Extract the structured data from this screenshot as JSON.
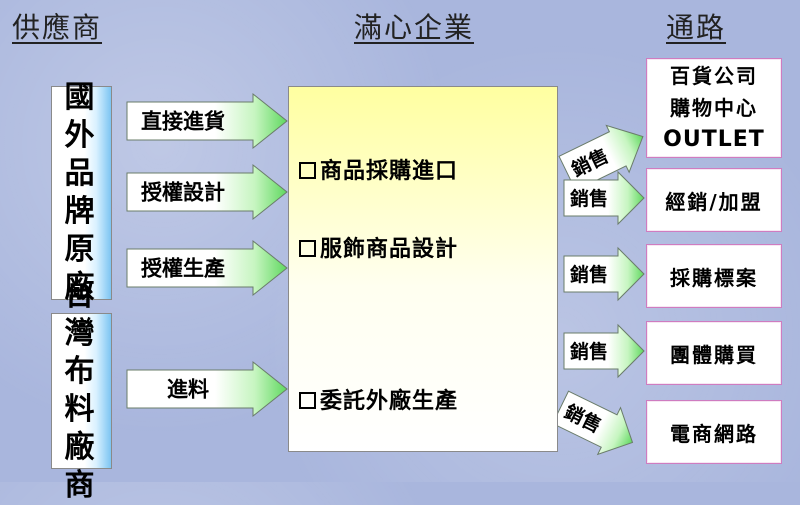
{
  "headers": {
    "left": "供應商",
    "center": "滿心企業",
    "right": "通路"
  },
  "suppliers": [
    {
      "label": "國外品牌原廠",
      "lines": [
        "國外",
        "品牌",
        "原廠"
      ]
    },
    {
      "label": "台灣布料廠商",
      "lines": [
        "台灣",
        "布料",
        "廠商"
      ]
    }
  ],
  "inputs": [
    "直接進貨",
    "授權設計",
    "授權生產",
    "進料"
  ],
  "center_items": [
    "商品採購進口",
    "服飾商品設計",
    "委託外廠生產"
  ],
  "sales_label": "銷售",
  "channels": [
    {
      "lines": [
        "百貨公司",
        "購物中心",
        "OUTLET"
      ]
    },
    {
      "lines": [
        "經銷/加盟"
      ]
    },
    {
      "lines": [
        "採購標案"
      ]
    },
    {
      "lines": [
        "團體購買"
      ]
    },
    {
      "lines": [
        "電商網路"
      ]
    }
  ],
  "colors": {
    "background": "#a9b6dd",
    "green_arrow": "#5fd85f",
    "red_arrow": "#e60000",
    "center_box_top": "#ffffa0",
    "channel_border": "#cf7cc0"
  }
}
